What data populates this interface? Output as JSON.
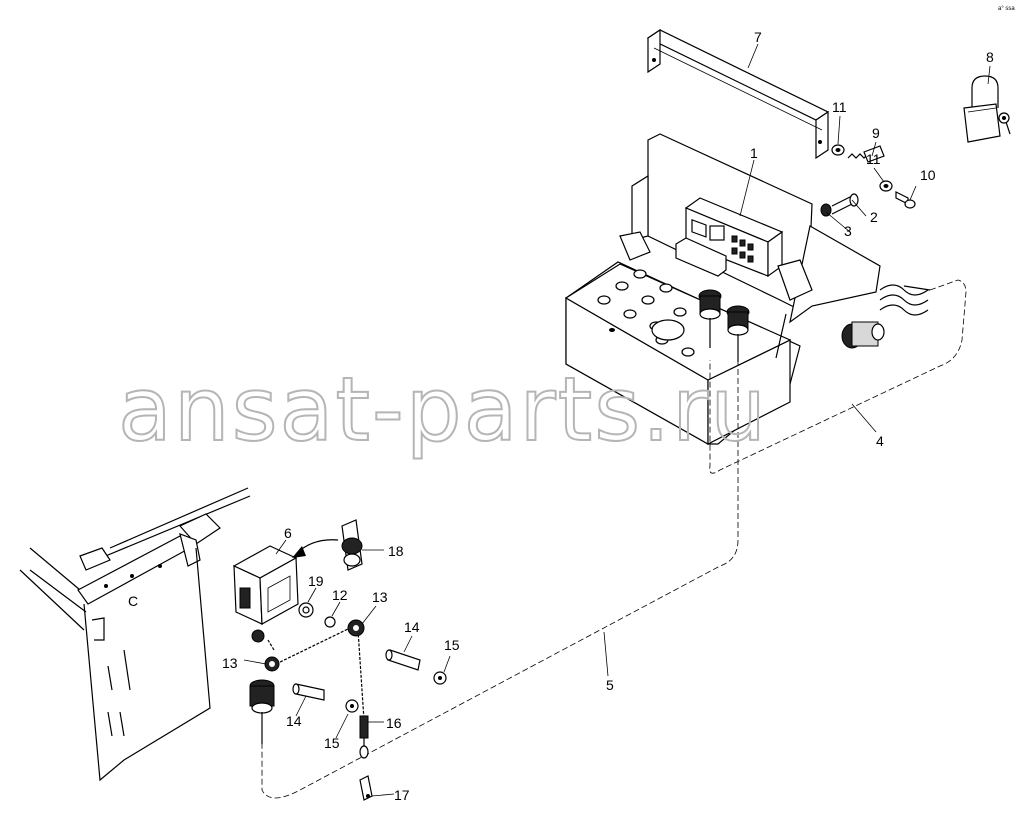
{
  "corner_mark": "a° ssa",
  "watermark": "ansat-parts.ru",
  "callouts": [
    {
      "id": "1",
      "label": "1"
    },
    {
      "id": "2",
      "label": "2"
    },
    {
      "id": "3",
      "label": "3"
    },
    {
      "id": "4",
      "label": "4"
    },
    {
      "id": "5",
      "label": "5"
    },
    {
      "id": "6",
      "label": "6"
    },
    {
      "id": "7",
      "label": "7"
    },
    {
      "id": "8",
      "label": "8"
    },
    {
      "id": "9",
      "label": "9"
    },
    {
      "id": "10",
      "label": "10"
    },
    {
      "id": "11a",
      "label": "11"
    },
    {
      "id": "11b",
      "label": "11"
    },
    {
      "id": "12",
      "label": "12"
    },
    {
      "id": "13a",
      "label": "13"
    },
    {
      "id": "13b",
      "label": "13"
    },
    {
      "id": "14a",
      "label": "14"
    },
    {
      "id": "14b",
      "label": "14"
    },
    {
      "id": "15a",
      "label": "15"
    },
    {
      "id": "15b",
      "label": "15"
    },
    {
      "id": "16",
      "label": "16"
    },
    {
      "id": "17",
      "label": "17"
    },
    {
      "id": "18",
      "label": "18"
    },
    {
      "id": "19",
      "label": "19"
    }
  ]
}
